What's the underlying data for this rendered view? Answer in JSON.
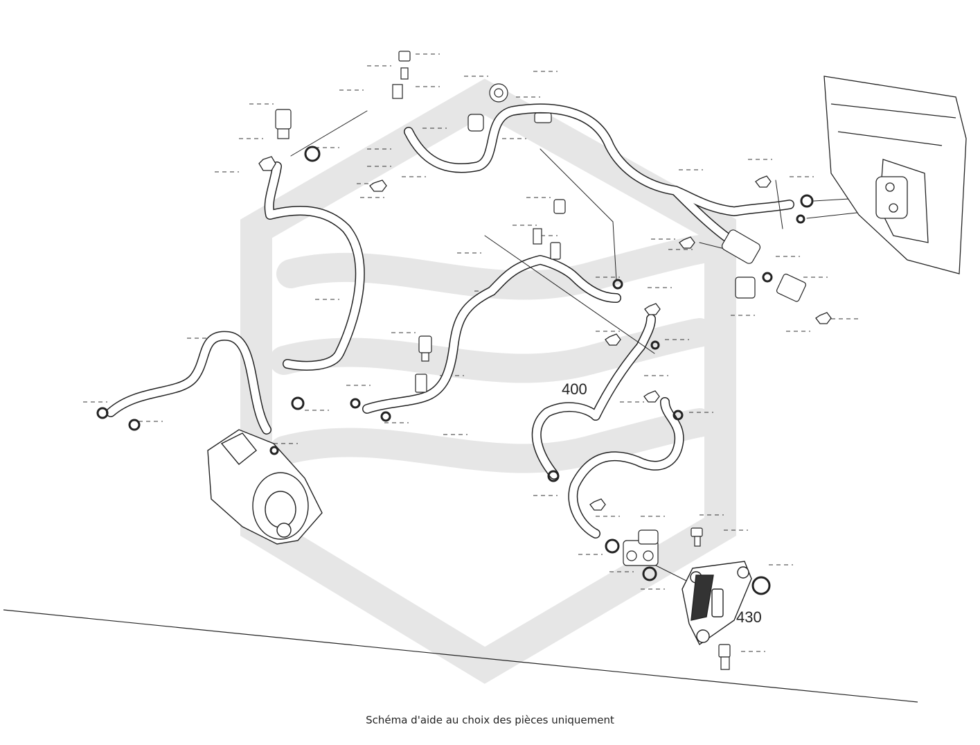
{
  "diagram": {
    "callouts": [
      "400",
      "430"
    ],
    "caption": "Schéma d'aide au choix des pièces uniquement"
  },
  "colors": {
    "watermark": "#e6e6e6",
    "line": "#222222",
    "pipe_fill": "#ffffff"
  }
}
